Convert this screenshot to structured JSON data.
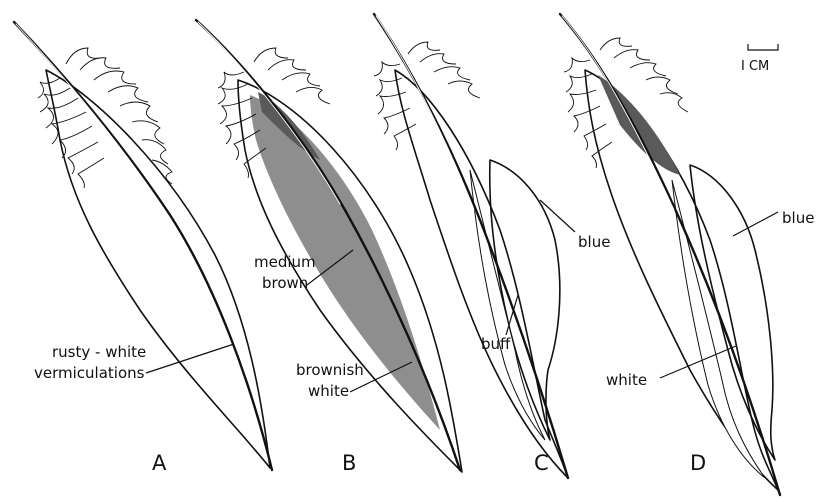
{
  "panels": [
    {
      "letter": "A",
      "labels": [
        "rusty - white",
        "vermiculations"
      ]
    },
    {
      "letter": "B",
      "labels": [
        "medium",
        "brown",
        "brownish",
        "white"
      ]
    },
    {
      "letter": "C",
      "labels": [
        "blue",
        "buff"
      ]
    },
    {
      "letter": "D",
      "labels": [
        "blue",
        "white"
      ]
    }
  ],
  "scale_bar": {
    "label": "I CM"
  },
  "colors": {
    "ink": "#111111",
    "medium_brown": "#8e8e8e",
    "dark_brown": "#5a5a5a",
    "buff": "#9a9a9a",
    "blue_stipple": "#555555",
    "paper": "#ffffff"
  }
}
